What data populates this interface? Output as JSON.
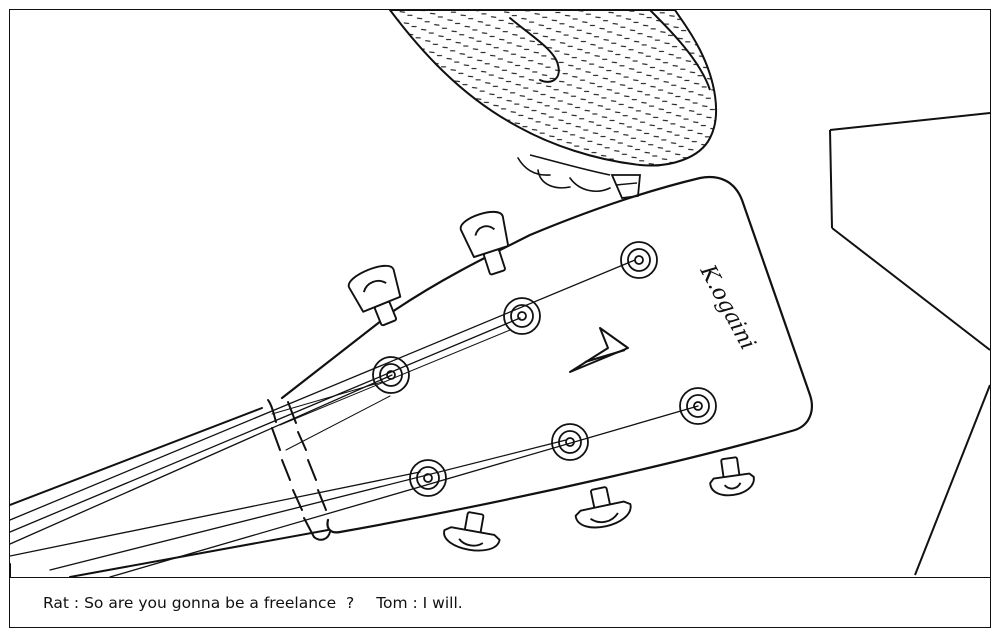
{
  "caption": {
    "line_1": "Rat : So are you gonna be a freelance  ?",
    "line_2": "Tom : I will."
  },
  "headstock": {
    "signature": "K.ogaini"
  },
  "colors": {
    "ink": "#111111",
    "paper": "#ffffff"
  },
  "icons": [
    "headstock-logo-icon",
    "tuning-peg-icon",
    "string-post-icon"
  ]
}
